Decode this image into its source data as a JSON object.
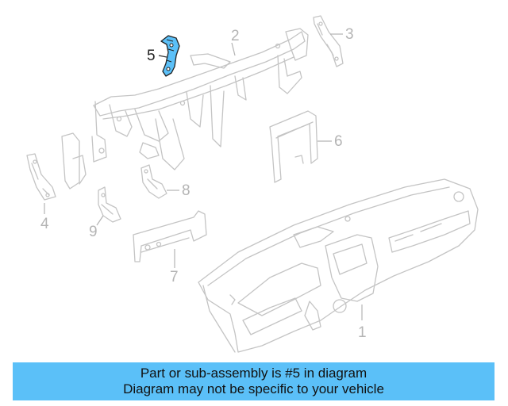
{
  "diagram": {
    "callouts": [
      {
        "id": "1",
        "label": "1",
        "highlighted": false
      },
      {
        "id": "2",
        "label": "2",
        "highlighted": false
      },
      {
        "id": "3",
        "label": "3",
        "highlighted": false
      },
      {
        "id": "4",
        "label": "4",
        "highlighted": false
      },
      {
        "id": "5",
        "label": "5",
        "highlighted": true
      },
      {
        "id": "6",
        "label": "6",
        "highlighted": false
      },
      {
        "id": "7",
        "label": "7",
        "highlighted": false
      },
      {
        "id": "8",
        "label": "8",
        "highlighted": false
      },
      {
        "id": "9",
        "label": "9",
        "highlighted": false
      }
    ],
    "highlight_color": "#5bc0f8",
    "part_line_color": "#c4c4c4"
  },
  "banner": {
    "line1": "Part or sub-assembly is #5 in diagram",
    "line2": "Diagram may not be specific to your vehicle",
    "background": "#5bc0f8"
  }
}
